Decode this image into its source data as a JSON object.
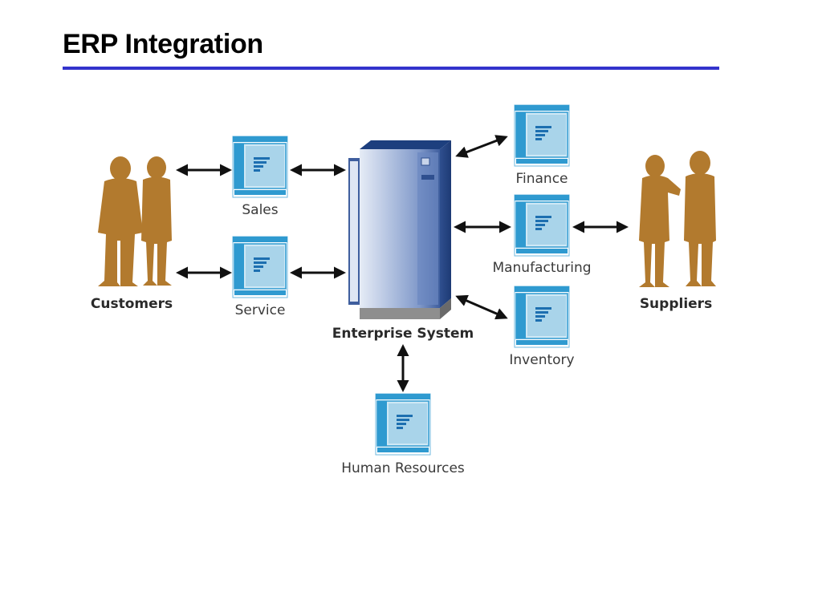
{
  "slide": {
    "title": "ERP Integration"
  },
  "diagram": {
    "center": "Enterprise System",
    "left_group": "Customers",
    "right_group": "Suppliers",
    "modules": {
      "sales": "Sales",
      "service": "Service",
      "finance": "Finance",
      "manufacturing": "Manufacturing",
      "inventory": "Inventory",
      "human_resources": "Human Resources"
    },
    "colors": {
      "title_rule": "#3333cc",
      "people": "#b27a2e",
      "module_border": "#2f9ad0",
      "module_fill": "#a9d4ea",
      "server_body": "#5f7fb8",
      "arrow": "#111111"
    }
  }
}
